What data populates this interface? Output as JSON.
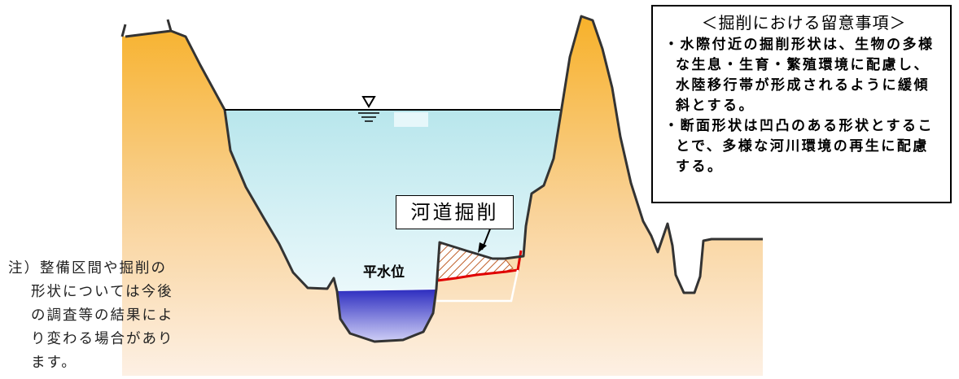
{
  "notes": {
    "title": "＜掘削における留意事項＞",
    "items": [
      "・水際付近の掘削形状は、生物の多様な生息・生育・繁殖環境に配慮し、水陸移行帯が形成されるように緩傾斜とする。",
      "・断面形状は凹凸のある形状とすることで、多様な河川環境の再生に配慮する。"
    ]
  },
  "labels": {
    "excavation": "河道掘削",
    "normal_water_level": "平水位"
  },
  "footnote": {
    "lines": [
      "注）整備区間や掘削の",
      "形状については今後",
      "の調査等の結果によ",
      "り変わる場合があり",
      "ます。"
    ]
  },
  "colors": {
    "ground_top": "#f7b12a",
    "ground_bottom": "#fdeee0",
    "flood_water": "#d6f0f3",
    "normal_water": "#5a5ad8",
    "excavation_hatch": "#c0602a",
    "excavation_line": "#e00000"
  }
}
